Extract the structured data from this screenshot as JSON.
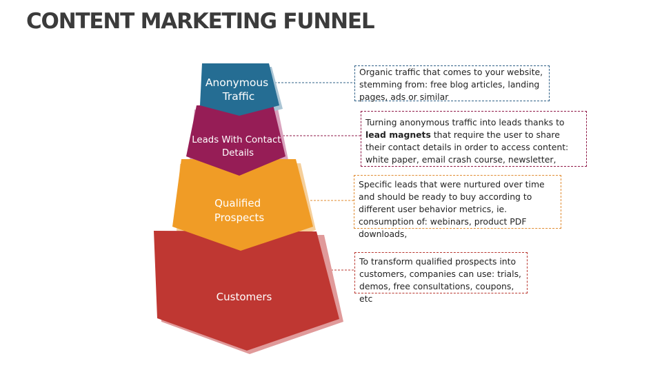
{
  "title": "CONTENT MARKETING FUNNEL",
  "stages": [
    {
      "label_lines": [
        "Anonymous",
        "Traffic"
      ],
      "color": "#256d93",
      "description": [
        {
          "text": "Organic traffic that comes to your website, stemming from: free blog articles, landing pages, ads or similar"
        }
      ]
    },
    {
      "label_lines": [
        "Leads With Contact",
        "Details"
      ],
      "color": "#961d56",
      "description": [
        {
          "text": "Turning anonymous traffic into leads thanks to "
        },
        {
          "text": "lead magnets",
          "bold": true
        },
        {
          "text": " that require the user to share their contact details in order to access content: white paper, email crash course, newsletter,"
        }
      ]
    },
    {
      "label_lines": [
        "Qualified",
        "Prospects"
      ],
      "color": "#f09c26",
      "description": [
        {
          "text": "Specific leads that were nurtured over time and should be ready to buy according to different user behavior metrics, ie. consumption of: webinars, product PDF downloads,"
        }
      ]
    },
    {
      "label_lines": [
        "Customers"
      ],
      "color": "#bf3732",
      "description": [
        {
          "text": "To transform qualified prospects into customers, companies can use: trials, demos, free consultations, coupons, etc"
        }
      ]
    }
  ]
}
